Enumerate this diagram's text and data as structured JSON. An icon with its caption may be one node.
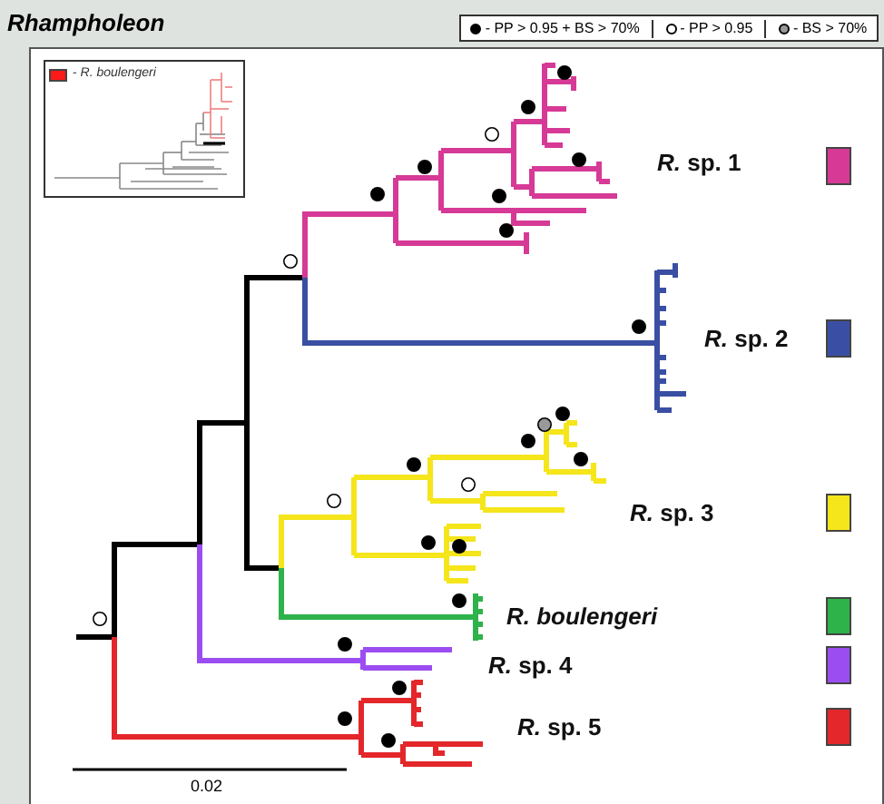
{
  "diagram": {
    "title": "Rhampholeon",
    "labels": [
      "0.02"
    ],
    "legend": [
      {
        "text": "- PP > 0.95 + BS > 70%"
      },
      {
        "text": "- PP > 0.95"
      },
      {
        "text": "- BS > 70%"
      },
      {
        "text": "- *R. boulengeri*",
        "color": "#ff1a1a"
      },
      {
        "text": "*R.* sp. 1",
        "color": "#d63a96"
      },
      {
        "text": "*R.* sp. 2",
        "color": "#3a4fa3"
      },
      {
        "text": "*R.* sp. 3",
        "color": "#f5e51b"
      },
      {
        "text": "R. boulengeri",
        "color": "#2db34a"
      },
      {
        "text": "*R.* sp. 4",
        "color": "#9b4df2"
      },
      {
        "text": "*R.* sp. 5",
        "color": "#e3272a"
      }
    ]
  }
}
